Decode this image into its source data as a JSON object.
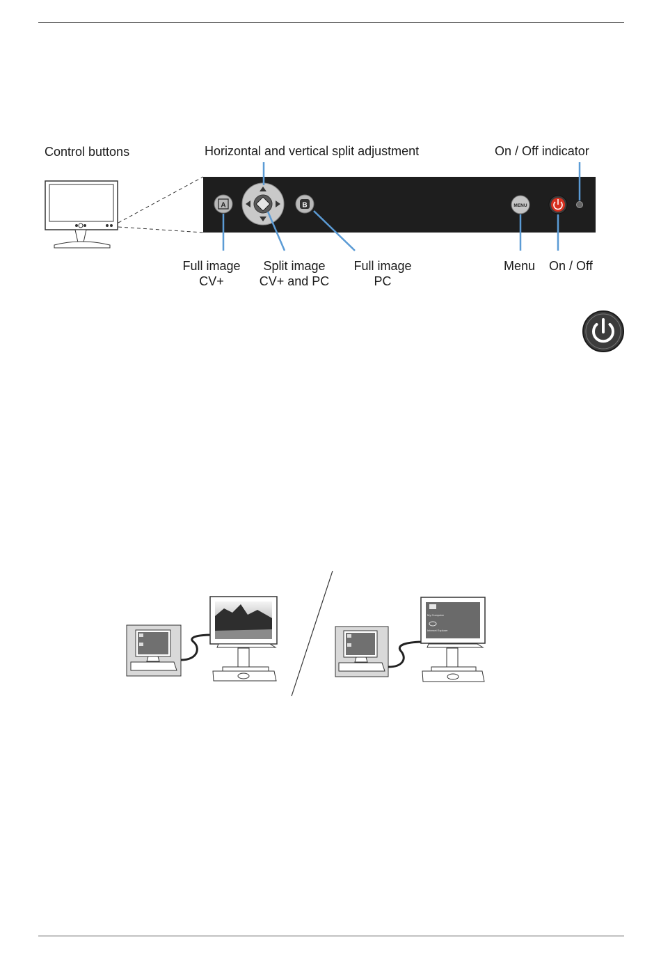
{
  "control_panel": {
    "title": "Control buttons",
    "callouts": {
      "split_adjust": "Horizontal and vertical split adjustment",
      "indicator": "On / Off indicator",
      "full_cv_line1": "Full image",
      "full_cv_line2": "CV+",
      "split_line1": "Split image",
      "split_line2": "CV+ and PC",
      "full_pc_line1": "Full image",
      "full_pc_line2": "PC",
      "menu": "Menu",
      "onoff": "On / Off"
    },
    "button_glyphs": {
      "a": "A",
      "b": "B",
      "menu": "MENU"
    },
    "callout_color": "#5b9bd5",
    "panel_color": "#1e1e1e",
    "power_color": "#d7301f"
  },
  "icons": {
    "power_symbol": "power-icon",
    "monitor": "monitor-icon"
  },
  "scene": {
    "left_monitor_desc": "camera image",
    "right_monitor_desc": "pc desktop",
    "pc_screen_texts": [
      "My Computer",
      "Internet Explorer"
    ]
  }
}
